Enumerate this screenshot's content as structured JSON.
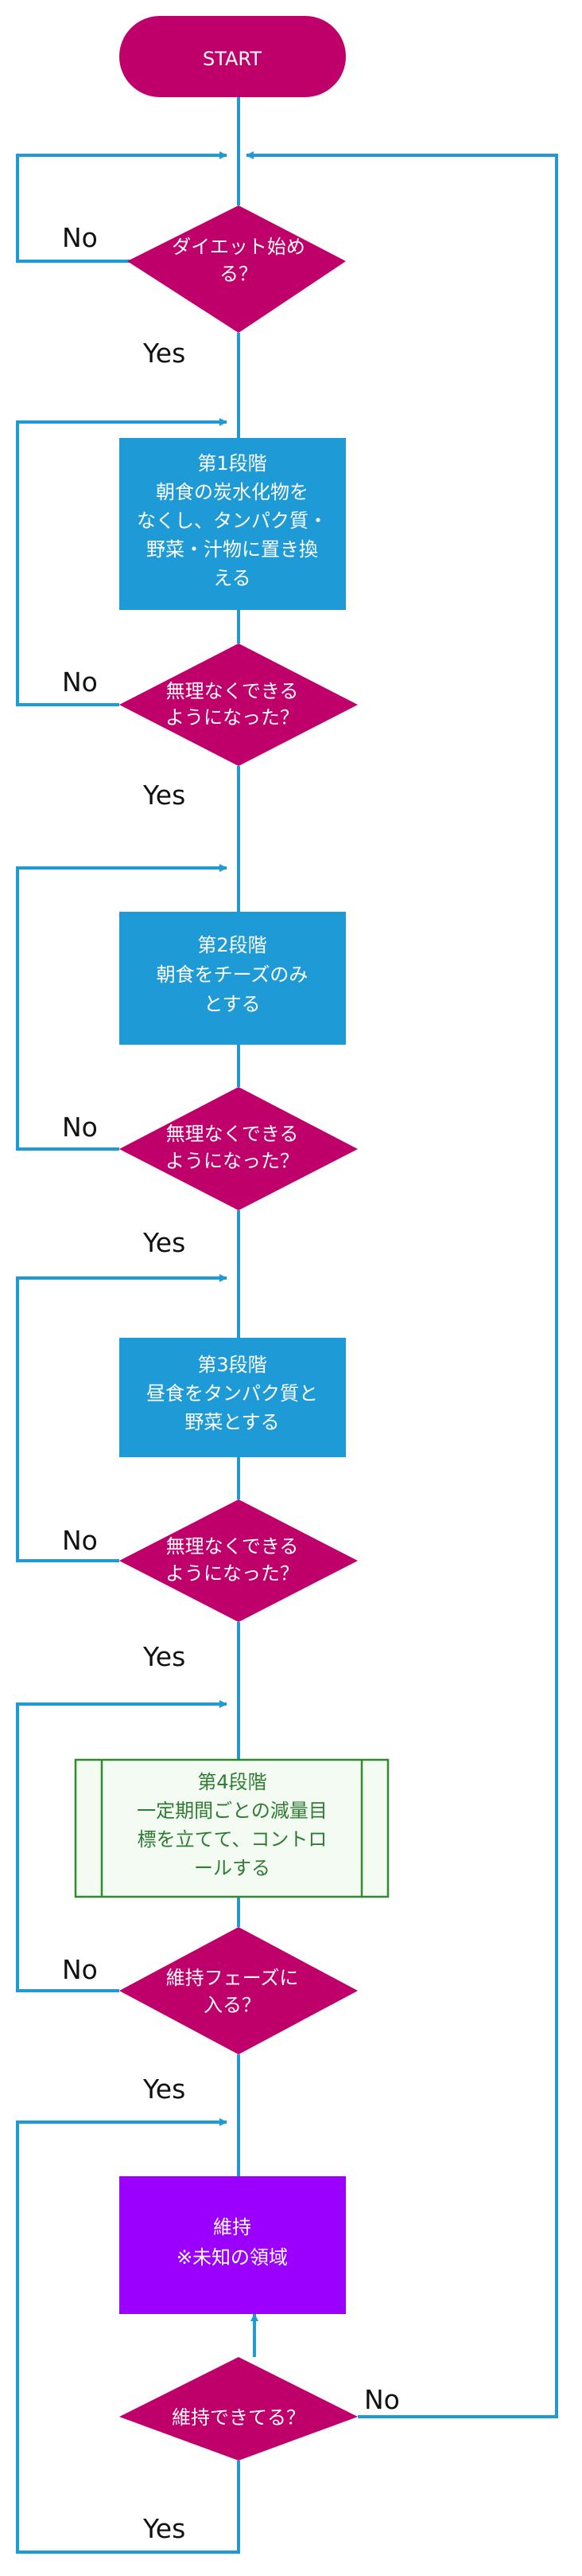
{
  "colors": {
    "terminal": "#c0006a",
    "decision": "#c0006a",
    "process_blue": "#1e9ad6",
    "predefined_fill": "#f4fbf3",
    "predefined_border": "#2e8b2e",
    "maintain_purple": "#9b00ff",
    "connector": "#1e9ad6"
  },
  "nodes": {
    "start": "START",
    "q_start": [
      "ダイエット始め",
      "る？"
    ],
    "step1": [
      "第1段階",
      "朝食の炭水化物を",
      "なくし、タンパク質・",
      "野菜・汁物に置き換",
      "える"
    ],
    "q1": [
      "無理なくできる",
      "ようになった？"
    ],
    "step2": [
      "第2段階",
      "朝食をチーズのみ",
      "とする"
    ],
    "q2": [
      "無理なくできる",
      "ようになった？"
    ],
    "step3": [
      "第3段階",
      "昼食をタンパク質と",
      "野菜とする"
    ],
    "q3": [
      "無理なくできる",
      "ようになった？"
    ],
    "step4": [
      "第4段階",
      "一定期間ごとの減量目",
      "標を立てて、コントロ",
      "ールする"
    ],
    "q4": [
      "維持フェーズに",
      "入る？"
    ],
    "maintain": [
      "維持",
      "※未知の領域"
    ],
    "q5": [
      "維持できてる？"
    ]
  },
  "edge_labels": {
    "no": "No",
    "yes": "Yes"
  }
}
